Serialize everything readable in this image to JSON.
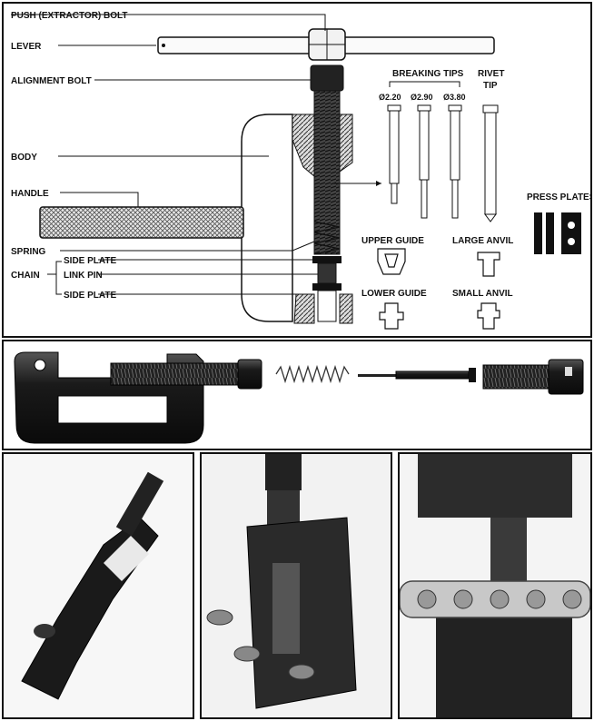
{
  "labels": {
    "push_bolt": "PUSH (EXTRACTOR) BOLT",
    "lever": "LEVER",
    "alignment_bolt": "ALIGNMENT BOLT",
    "body": "BODY",
    "handle": "HANDLE",
    "spring": "SPRING",
    "chain": "CHAIN",
    "side_plate_top": "SIDE PLATE",
    "link_pin": "LINK PIN",
    "side_plate_bottom": "SIDE PLATE",
    "breaking_tips": "BREAKING TIPS",
    "rivet_tip_1": "RIVET",
    "rivet_tip_2": "TIP",
    "tip_1": "Ø2.20",
    "tip_2": "Ø2.90",
    "tip_3": "Ø3.80",
    "press_plates": "PRESS PLATES",
    "upper_guide": "UPPER GUIDE",
    "large_anvil": "LARGE ANVIL",
    "lower_guide": "LOWER GUIDE",
    "small_anvil": "SMALL ANVIL"
  }
}
